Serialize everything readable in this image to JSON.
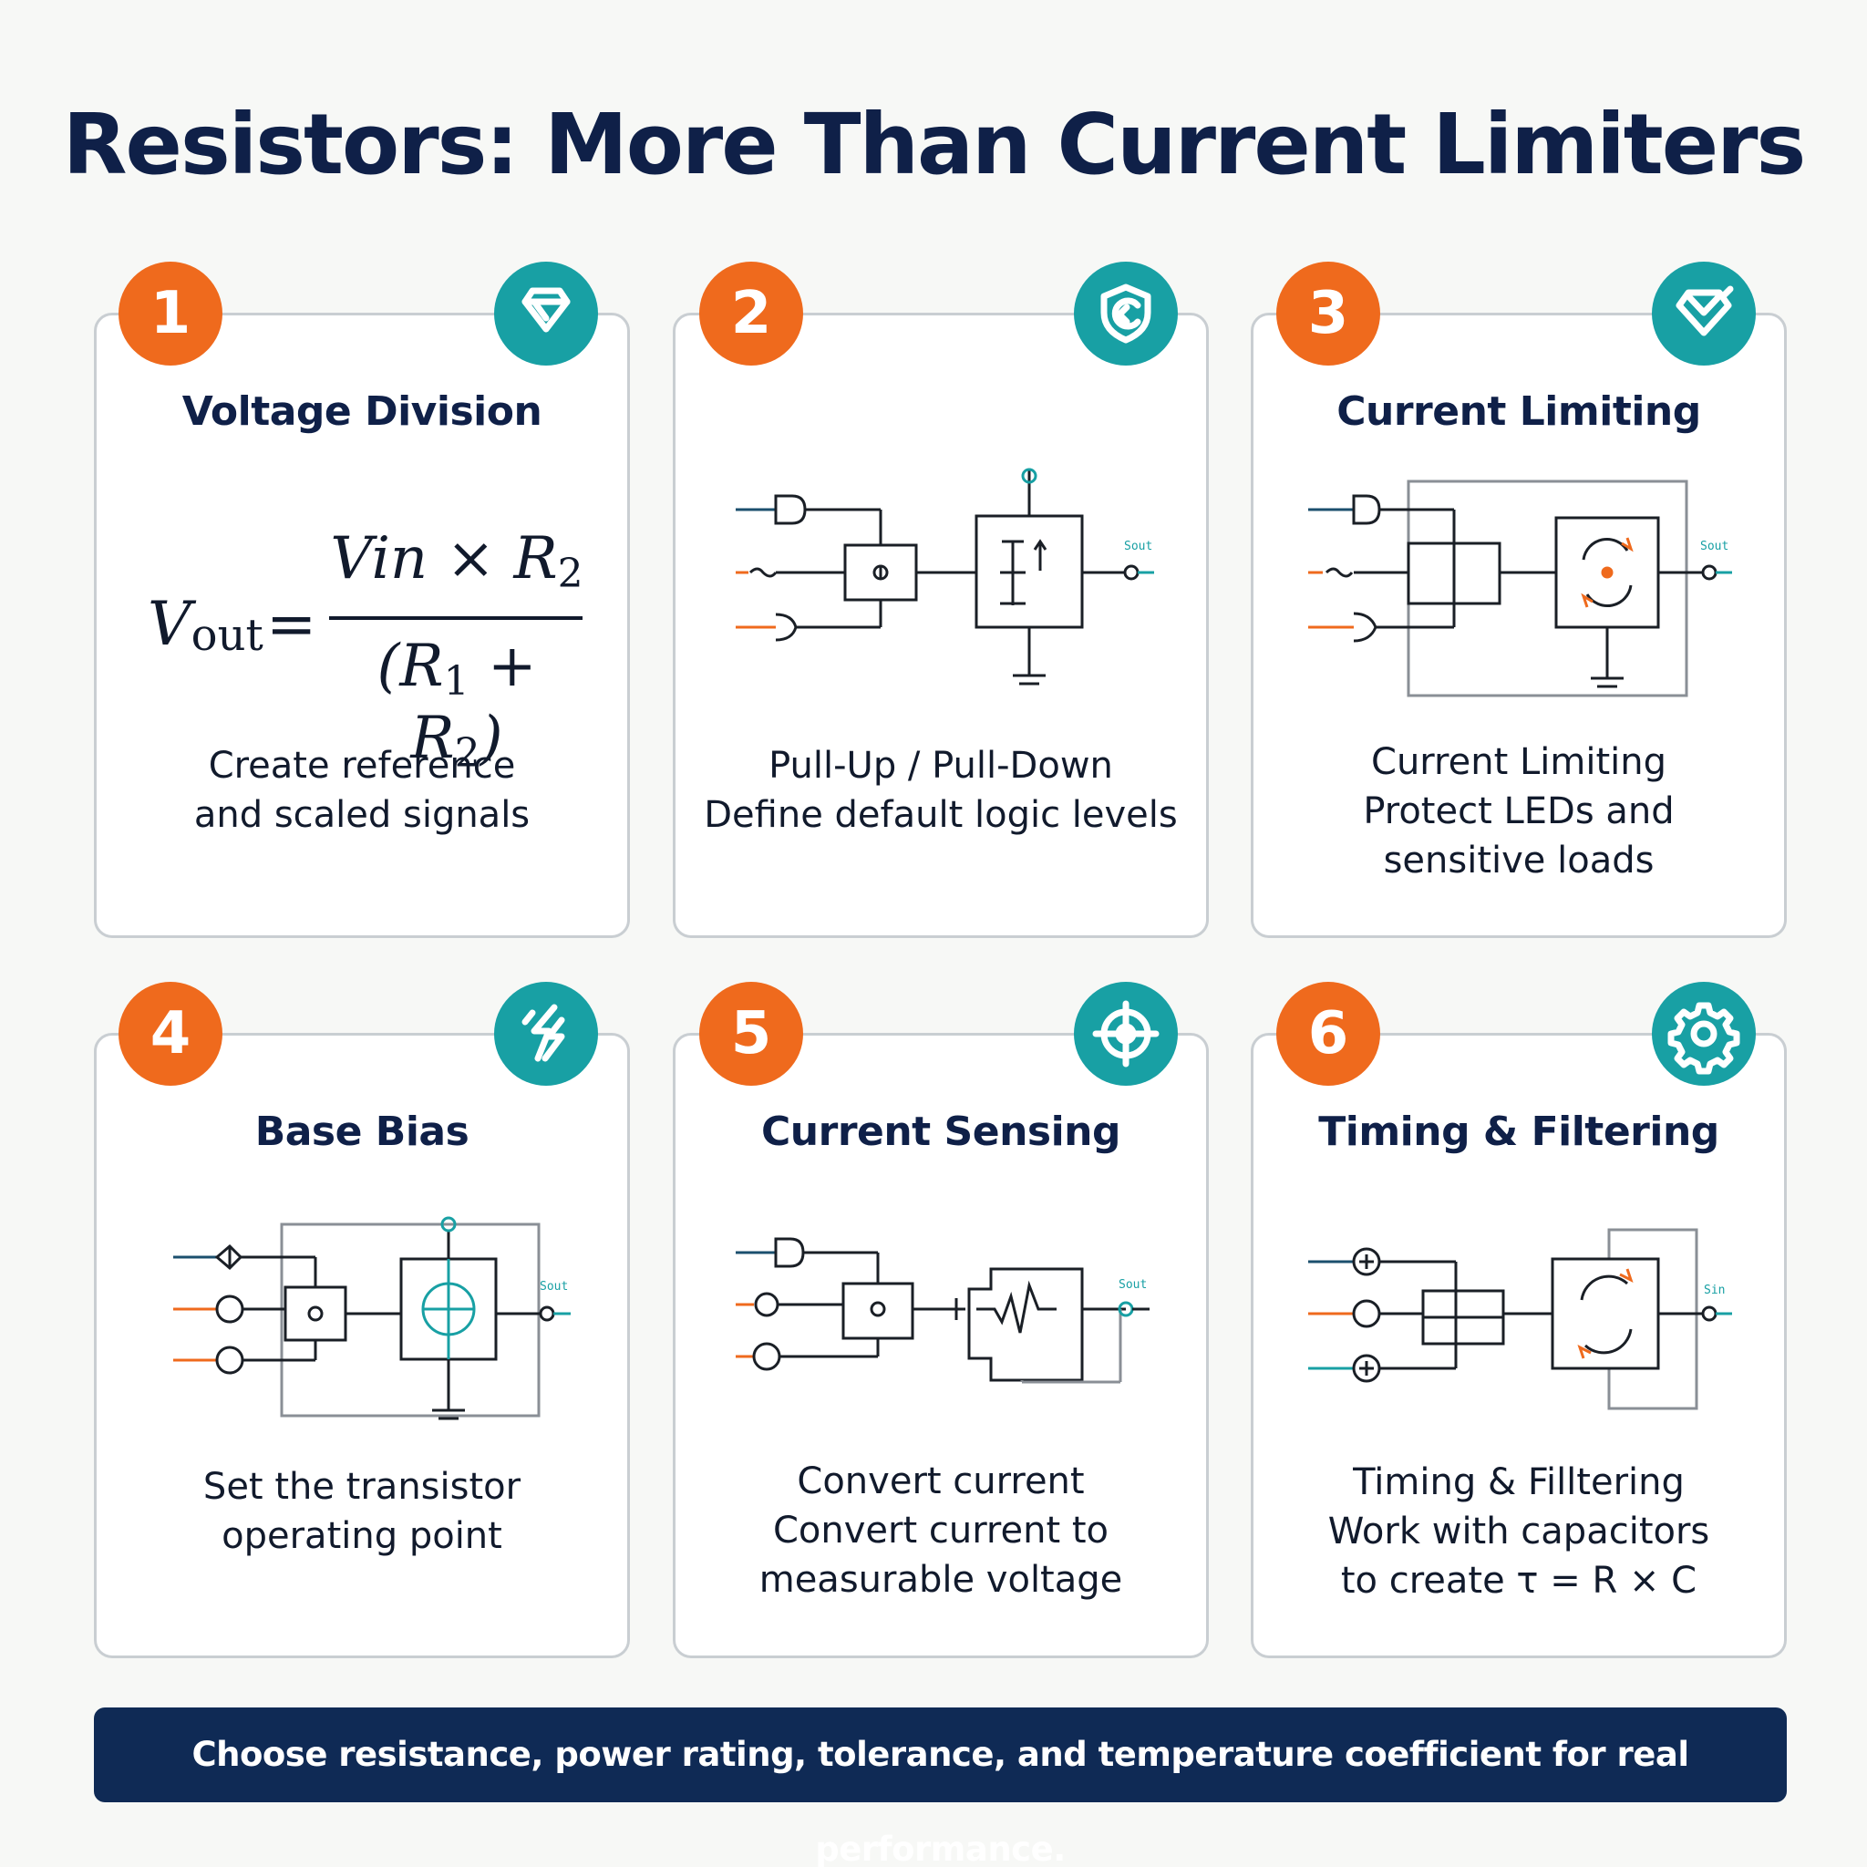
{
  "title": "Resistors: More Than Current Limiters",
  "colors": {
    "navy": "#0f2048",
    "orange": "#ef6a1d",
    "teal": "#18a0a4",
    "banner": "#0f2a55"
  },
  "formula": {
    "lhs_var": "V",
    "lhs_sub": "out",
    "equals": "=",
    "numerator": "Vin × R",
    "numerator_sub": "2",
    "denominator_open": "(R",
    "denominator_sub1": "1",
    "denominator_mid": " + R",
    "denominator_sub2": "2",
    "denominator_close": ")"
  },
  "cards": [
    {
      "number": "1",
      "title": "Voltage Division",
      "icon": "diamond-icon",
      "description": [
        "Create reference",
        "and scaled signals"
      ]
    },
    {
      "number": "2",
      "title": "",
      "icon": "shield-icon",
      "description": [
        "Pull-Up / Pull-Down",
        "Define default logic levels"
      ],
      "pin_label": "Sout"
    },
    {
      "number": "3",
      "title": "Current Limiting",
      "icon": "heart-diamond-icon",
      "description": [
        "Current Limiting",
        "Protect LEDs and",
        "sensitive loads"
      ],
      "pin_label": "Sout"
    },
    {
      "number": "4",
      "title": "Base Bias",
      "icon": "lightning-icon",
      "description": [
        "Set the transistor",
        "operating point"
      ],
      "pin_label": "Sout"
    },
    {
      "number": "5",
      "title": "Current Sensing",
      "icon": "crosshair-icon",
      "description": [
        "Convert current",
        "Convert current to",
        "measurable voltage"
      ],
      "pin_label": "Sout"
    },
    {
      "number": "6",
      "title": "Timing & Filtering",
      "icon": "gear-icon",
      "description": [
        "Timing & Filltering",
        "Work with capacitors",
        "to create τ = R × C"
      ],
      "pin_label": "Sin"
    }
  ],
  "footer": "Choose resistance, power rating, tolerance, and temperature coefficient for real performance."
}
